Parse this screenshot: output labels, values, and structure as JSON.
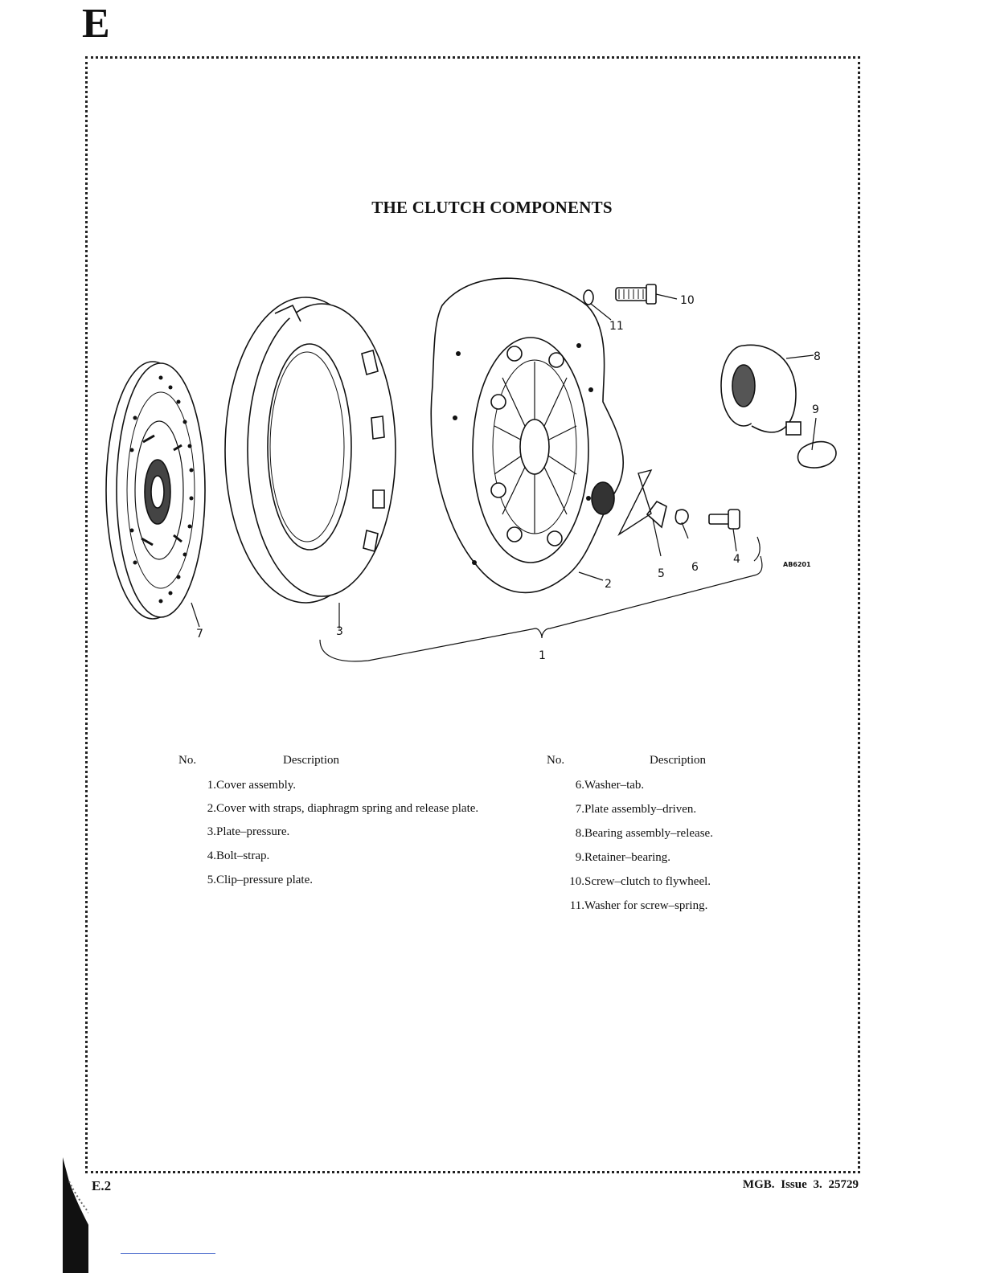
{
  "header": {
    "section_letter": "E"
  },
  "figure": {
    "title": "THE CLUTCH COMPONENTS",
    "code": "AB6201",
    "callouts": [
      "1",
      "2",
      "3",
      "4",
      "5",
      "6",
      "7",
      "8",
      "9",
      "10",
      "11"
    ]
  },
  "legend": {
    "left": {
      "no_header": "No.",
      "desc_header": "Description",
      "items": [
        {
          "no": "1.",
          "desc": "Cover assembly."
        },
        {
          "no": "2.",
          "desc": "Cover with straps, diaphragm spring and release plate."
        },
        {
          "no": "3.",
          "desc": "Plate–pressure."
        },
        {
          "no": "4.",
          "desc": "Bolt–strap."
        },
        {
          "no": "5.",
          "desc": "Clip–pressure plate."
        }
      ]
    },
    "right": {
      "no_header": "No.",
      "desc_header": "Description",
      "items": [
        {
          "no": "6.",
          "desc": "Washer–tab."
        },
        {
          "no": "7.",
          "desc": "Plate assembly–driven."
        },
        {
          "no": "8.",
          "desc": "Bearing assembly–release."
        },
        {
          "no": "9.",
          "desc": "Retainer–bearing."
        },
        {
          "no": "10.",
          "desc": "Screw–clutch to flywheel."
        },
        {
          "no": "11.",
          "desc": "Washer for screw–spring."
        }
      ]
    }
  },
  "footer": {
    "page": "E.2",
    "publication": "MGB.   Issue 3.   25729"
  }
}
